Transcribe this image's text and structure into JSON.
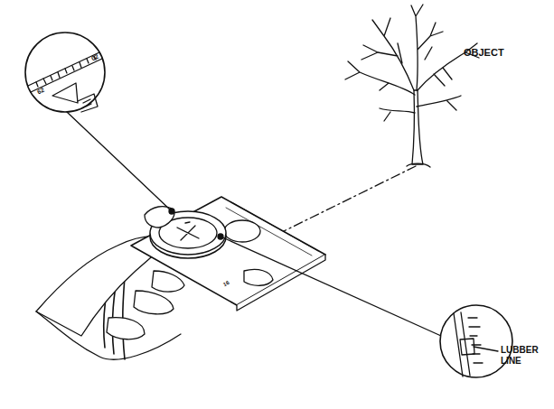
{
  "diagram": {
    "labels": [
      "OBJECT",
      "LUBBER LINE",
      "62",
      "02",
      "16"
    ]
  }
}
